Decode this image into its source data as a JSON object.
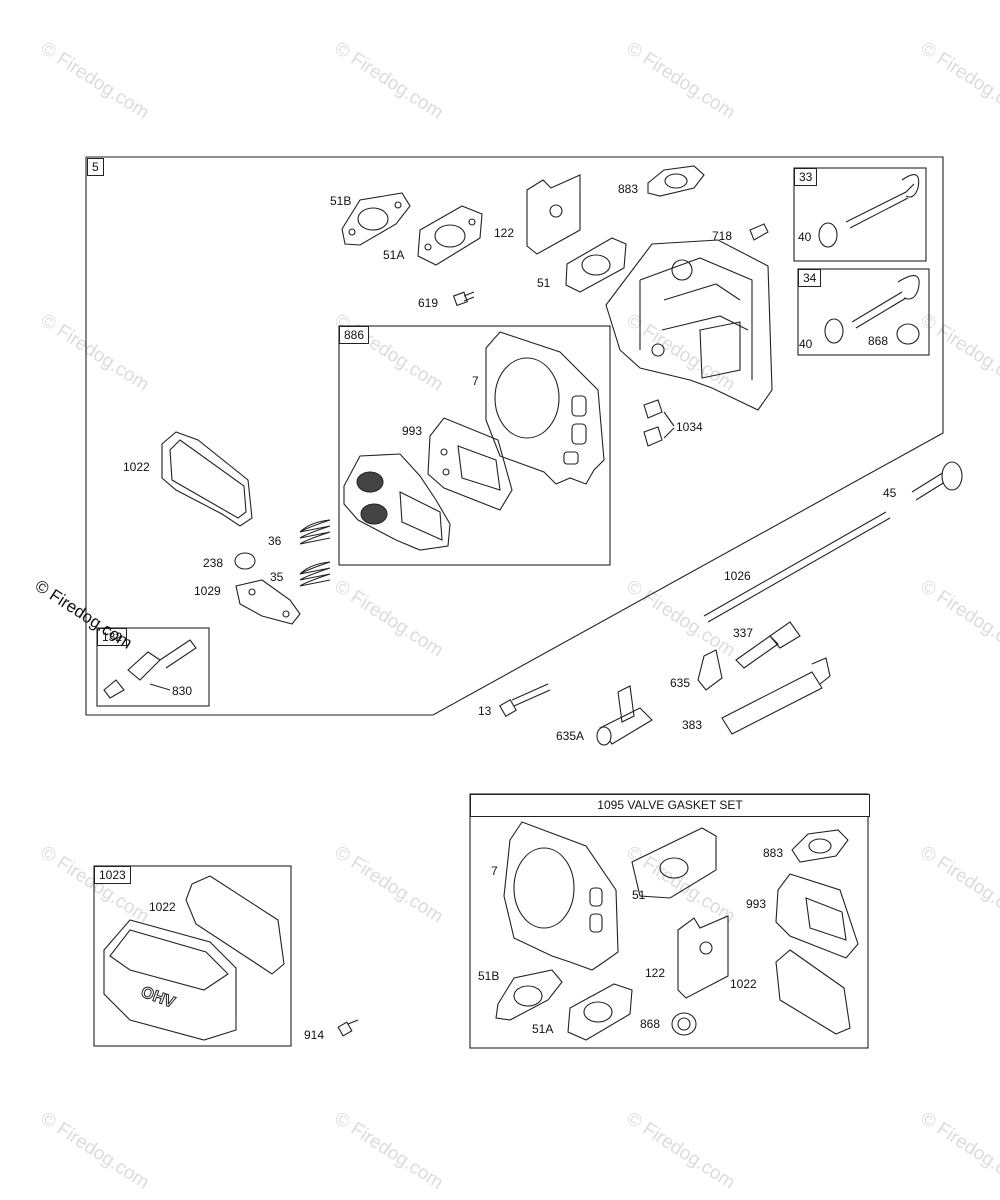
{
  "watermark": {
    "text": "© Firedog.com"
  },
  "credit": {
    "text": "© Firedog.com"
  },
  "main_assembly": {
    "tag": "5",
    "labels": {
      "p51b": "51B",
      "p51a": "51A",
      "p122": "122",
      "p883": "883",
      "p718": "718",
      "p51": "51",
      "p619": "619",
      "p7": "7",
      "p993": "993",
      "p1034": "1034",
      "p1022": "1022",
      "p36": "36",
      "p35": "35",
      "p238": "238",
      "p1029": "1029",
      "p830": "830"
    }
  },
  "sub_assemblies": {
    "valve_intake": {
      "tag": "33",
      "label": "40"
    },
    "valve_exhaust": {
      "tag": "34",
      "labels": {
        "p40": "40",
        "p868": "868"
      }
    },
    "gasket_kit": {
      "tag": "886"
    },
    "breather": {
      "tag": "132"
    },
    "cover": {
      "tag": "1023",
      "label": "1022"
    }
  },
  "loose_parts": {
    "p45": "45",
    "p1026": "1026",
    "p337": "337",
    "p635": "635",
    "p13": "13",
    "p635a": "635A",
    "p383": "383",
    "p914": "914"
  },
  "valve_gasket_set": {
    "title": "1095 VALVE GASKET SET",
    "labels": {
      "p7": "7",
      "p51": "51",
      "p883": "883",
      "p993": "993",
      "p51b": "51B",
      "p122": "122",
      "p1022": "1022",
      "p51a": "51A",
      "p868": "868"
    }
  },
  "colors": {
    "line": "#222222",
    "watermark": "#dcdcdc",
    "background": "#ffffff"
  }
}
